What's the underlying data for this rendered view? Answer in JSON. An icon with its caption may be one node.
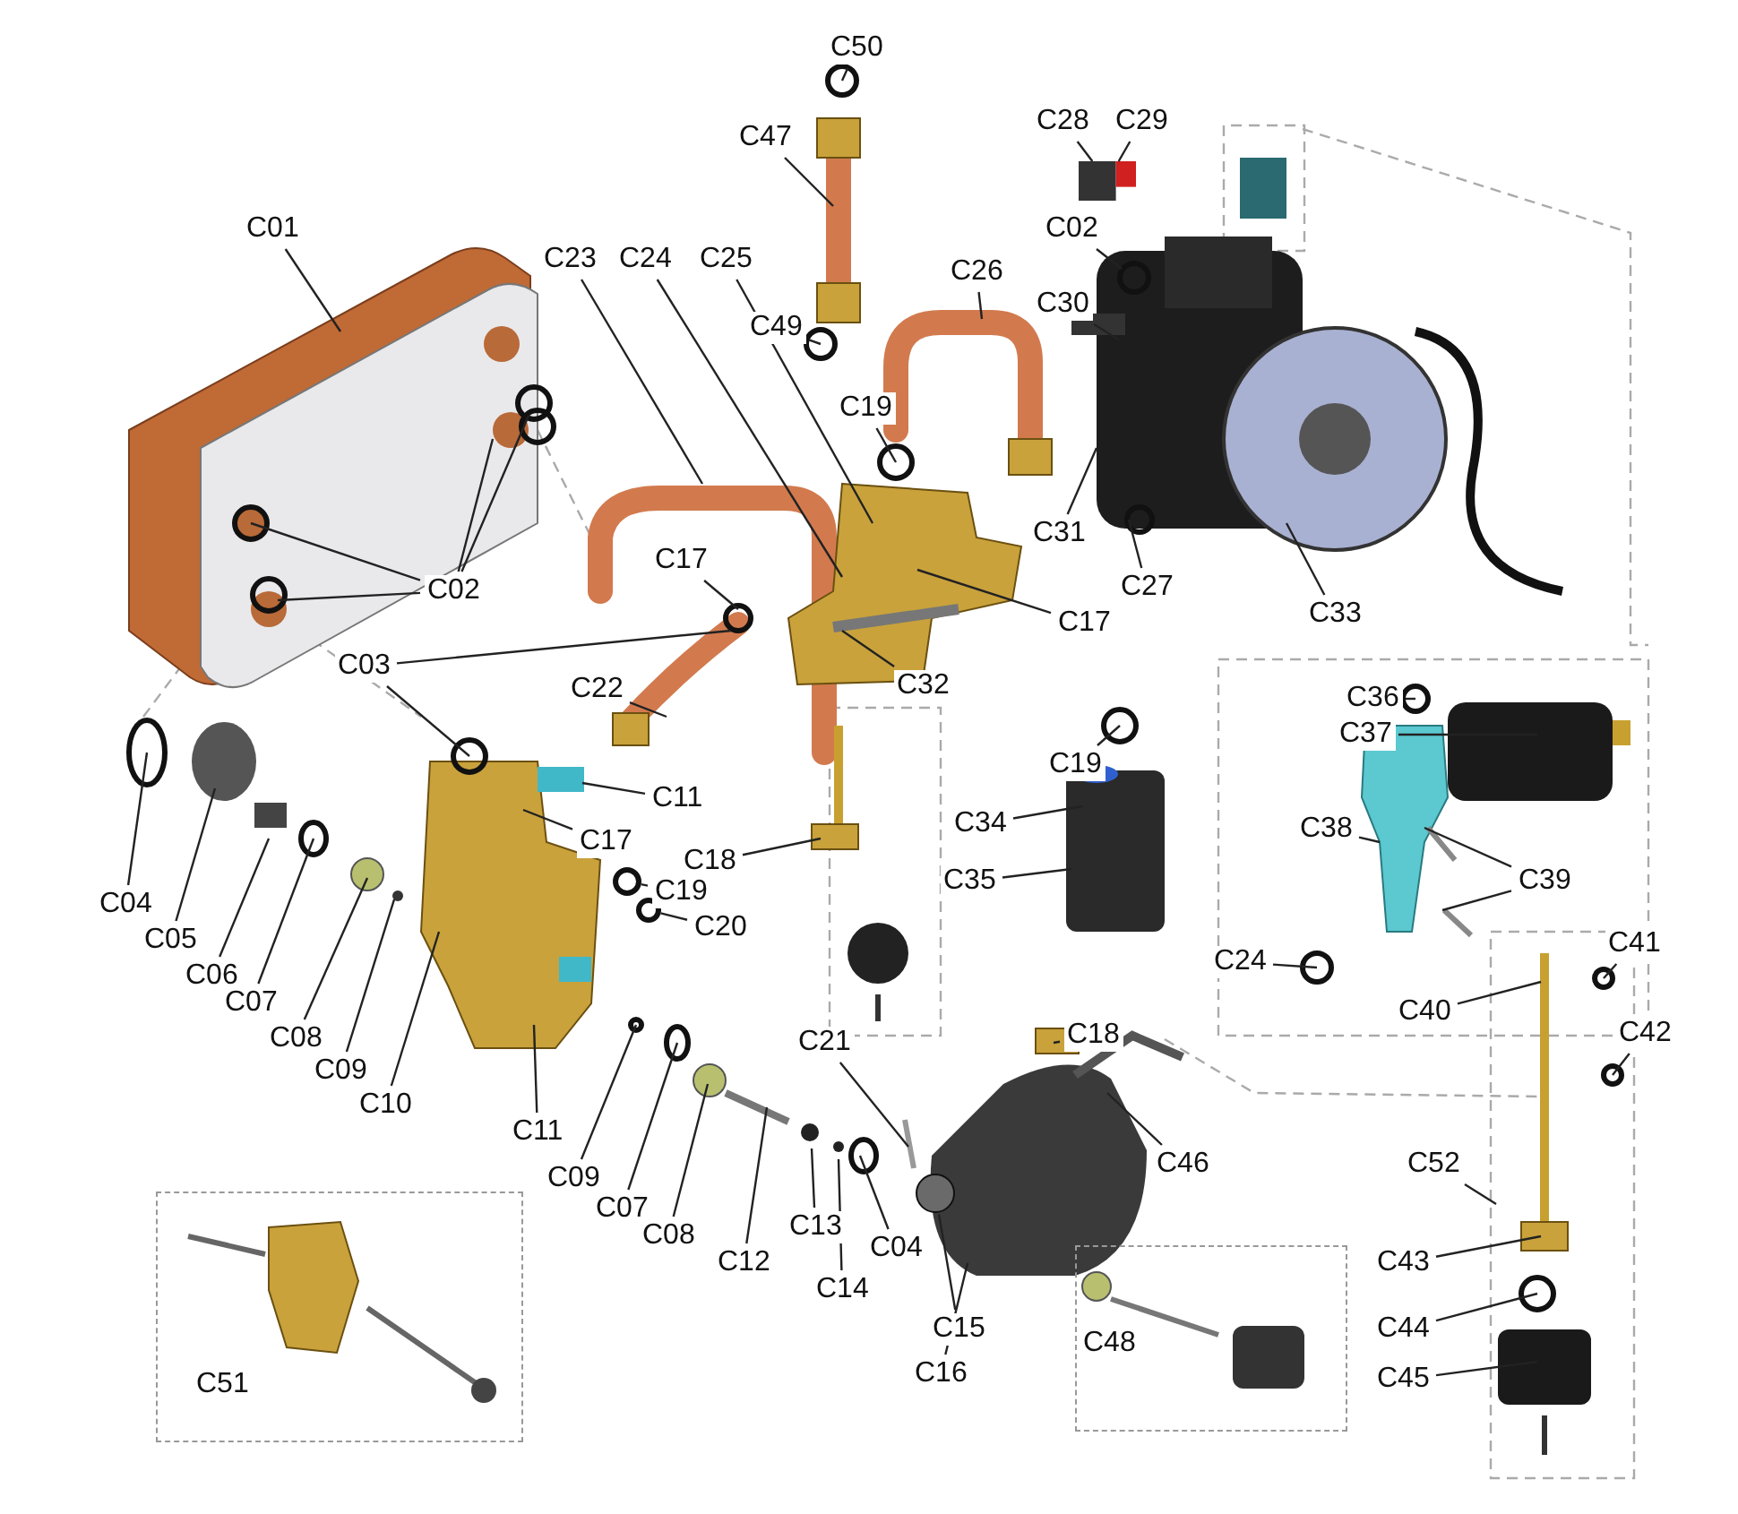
{
  "diagram": {
    "nodes": [
      {
        "text": [
          "C50"
        ]
      },
      {
        "text": [
          "C28"
        ]
      },
      {
        "text": [
          "C29"
        ]
      },
      {
        "text": [
          "C47"
        ]
      },
      {
        "text": [
          "C01"
        ]
      },
      {
        "text": [
          "C02"
        ]
      },
      {
        "text": [
          "C23"
        ]
      },
      {
        "text": [
          "C24"
        ]
      },
      {
        "text": [
          "C25"
        ]
      },
      {
        "text": [
          "C26"
        ]
      },
      {
        "text": [
          "C30"
        ]
      },
      {
        "text": [
          "C49"
        ]
      },
      {
        "text": [
          "C19"
        ]
      },
      {
        "text": [
          "C31"
        ]
      },
      {
        "text": [
          "C02"
        ]
      },
      {
        "text": [
          "C27"
        ]
      },
      {
        "text": [
          "C17"
        ]
      },
      {
        "text": [
          "C17"
        ]
      },
      {
        "text": [
          "C33"
        ]
      },
      {
        "text": [
          "C03"
        ]
      },
      {
        "text": [
          "C32"
        ]
      },
      {
        "text": [
          "C22"
        ]
      },
      {
        "text": [
          "C36"
        ]
      },
      {
        "text": [
          "C37"
        ]
      },
      {
        "text": [
          "C19"
        ]
      },
      {
        "text": [
          "C11"
        ]
      },
      {
        "text": [
          "C34"
        ]
      },
      {
        "text": [
          "C38"
        ]
      },
      {
        "text": [
          "C17"
        ]
      },
      {
        "text": [
          "C18"
        ]
      },
      {
        "text": [
          "C35"
        ]
      },
      {
        "text": [
          "C39"
        ]
      },
      {
        "text": [
          "C19"
        ]
      },
      {
        "text": [
          "C04"
        ]
      },
      {
        "text": [
          "C20"
        ]
      },
      {
        "text": [
          "C05"
        ]
      },
      {
        "text": [
          "C41"
        ]
      },
      {
        "text": [
          "C24"
        ]
      },
      {
        "text": [
          "C06"
        ]
      },
      {
        "text": [
          "C07"
        ]
      },
      {
        "text": [
          "C40"
        ]
      },
      {
        "text": [
          "C42"
        ]
      },
      {
        "text": [
          "C08"
        ]
      },
      {
        "text": [
          "C18"
        ]
      },
      {
        "text": [
          "C21"
        ]
      },
      {
        "text": [
          "C09"
        ]
      },
      {
        "text": [
          "C10"
        ]
      },
      {
        "text": [
          "C11"
        ]
      },
      {
        "text": [
          "C46"
        ]
      },
      {
        "text": [
          "C52"
        ]
      },
      {
        "text": [
          "C09"
        ]
      },
      {
        "text": [
          "C07"
        ]
      },
      {
        "text": [
          "C13"
        ]
      },
      {
        "text": [
          "C08"
        ]
      },
      {
        "text": [
          "C04"
        ]
      },
      {
        "text": [
          "C12"
        ]
      },
      {
        "text": [
          "C43"
        ]
      },
      {
        "text": [
          "C14"
        ]
      },
      {
        "text": [
          "C15"
        ]
      },
      {
        "text": [
          "C44"
        ]
      },
      {
        "text": [
          "C48"
        ]
      },
      {
        "text": [
          "C16"
        ]
      },
      {
        "text": [
          "C45"
        ]
      },
      {
        "text": [
          "C51"
        ]
      },
      {
        "text": [],
        "shape": "box"
      },
      {
        "text": [],
        "shape": "circle"
      },
      {
        "text": [],
        "shape": "circle"
      },
      {
        "text": [],
        "shape": "circle"
      }
    ],
    "edges": [
      {
        "from": 0,
        "to": null,
        "arrow": "none"
      },
      {
        "from": 1,
        "to": 64,
        "arrow": "none"
      },
      {
        "from": 2,
        "to": 64,
        "arrow": "none"
      },
      {
        "from": 3,
        "to": null,
        "arrow": "none"
      },
      {
        "from": 4,
        "to": null,
        "arrow": "none"
      },
      {
        "from": 5,
        "to": null,
        "arrow": "none"
      },
      {
        "from": 6,
        "to": null,
        "arrow": "none"
      },
      {
        "from": 7,
        "to": null,
        "arrow": "none"
      },
      {
        "from": 8,
        "to": null,
        "arrow": "none"
      },
      {
        "from": 9,
        "to": null,
        "arrow": "none"
      },
      {
        "from": 10,
        "to": null,
        "arrow": "none"
      },
      {
        "from": 11,
        "to": null,
        "arrow": "none"
      },
      {
        "from": 12,
        "to": null,
        "arrow": "none"
      },
      {
        "from": 13,
        "to": null,
        "arrow": "none"
      },
      {
        "from": 14,
        "to": null,
        "arrow": "none"
      },
      {
        "from": 14,
        "to": null,
        "arrow": "none"
      },
      {
        "from": 14,
        "to": null,
        "arrow": "none"
      },
      {
        "from": 14,
        "to": null,
        "arrow": "none"
      },
      {
        "from": 15,
        "to": null,
        "arrow": "none"
      },
      {
        "from": 16,
        "to": null,
        "arrow": "none"
      },
      {
        "from": 17,
        "to": null,
        "arrow": "none"
      },
      {
        "from": 18,
        "to": null,
        "arrow": "none"
      },
      {
        "from": 19,
        "to": null,
        "arrow": "none"
      },
      {
        "from": 19,
        "to": null,
        "arrow": "none"
      },
      {
        "from": 20,
        "to": null,
        "arrow": "none"
      },
      {
        "from": 21,
        "to": null,
        "arrow": "none"
      },
      {
        "from": 22,
        "to": null,
        "arrow": "none"
      },
      {
        "from": 23,
        "to": null,
        "arrow": "none"
      },
      {
        "from": 24,
        "to": null,
        "arrow": "none"
      },
      {
        "from": 25,
        "to": null,
        "arrow": "none"
      },
      {
        "from": 26,
        "to": null,
        "arrow": "none"
      },
      {
        "from": 27,
        "to": null,
        "arrow": "none"
      },
      {
        "from": 28,
        "to": null,
        "arrow": "none"
      },
      {
        "from": 29,
        "to": null,
        "arrow": "none"
      },
      {
        "from": 30,
        "to": null,
        "arrow": "none"
      },
      {
        "from": 31,
        "to": null,
        "arrow": "none"
      },
      {
        "from": 31,
        "to": null,
        "arrow": "none"
      },
      {
        "from": 32,
        "to": 65,
        "arrow": "none"
      },
      {
        "from": 33,
        "to": null,
        "arrow": "none"
      },
      {
        "from": 34,
        "to": 66,
        "arrow": "none"
      },
      {
        "from": 35,
        "to": null,
        "arrow": "none"
      },
      {
        "from": 37,
        "to": null,
        "arrow": "none"
      },
      {
        "from": 38,
        "to": null,
        "arrow": "none"
      },
      {
        "from": 36,
        "to": null,
        "arrow": "none"
      },
      {
        "from": 39,
        "to": null,
        "arrow": "none"
      },
      {
        "from": 40,
        "to": null,
        "arrow": "none"
      },
      {
        "from": 41,
        "to": null,
        "arrow": "none"
      },
      {
        "from": 42,
        "to": null,
        "arrow": "none"
      },
      {
        "from": 43,
        "to": null,
        "arrow": "none"
      },
      {
        "from": 44,
        "to": null,
        "arrow": "none"
      },
      {
        "from": 45,
        "to": null,
        "arrow": "none"
      },
      {
        "from": 46,
        "to": null,
        "arrow": "none"
      },
      {
        "from": 47,
        "to": null,
        "arrow": "none"
      },
      {
        "from": 48,
        "to": null,
        "arrow": "none"
      },
      {
        "from": 49,
        "to": null,
        "arrow": "none"
      },
      {
        "from": 50,
        "to": null,
        "arrow": "none"
      },
      {
        "from": 51,
        "to": null,
        "arrow": "none"
      },
      {
        "from": 52,
        "to": null,
        "arrow": "none"
      },
      {
        "from": 53,
        "to": null,
        "arrow": "none"
      },
      {
        "from": 54,
        "to": null,
        "arrow": "none"
      },
      {
        "from": 55,
        "to": null,
        "arrow": "none"
      },
      {
        "from": 56,
        "to": null,
        "arrow": "none"
      },
      {
        "from": 57,
        "to": null,
        "arrow": "none"
      },
      {
        "from": 58,
        "to": 67,
        "arrow": "none"
      },
      {
        "from": 59,
        "to": null,
        "arrow": "none"
      },
      {
        "from": 61,
        "to": null,
        "arrow": "none"
      },
      {
        "from": 62,
        "to": null,
        "arrow": "none"
      }
    ]
  }
}
